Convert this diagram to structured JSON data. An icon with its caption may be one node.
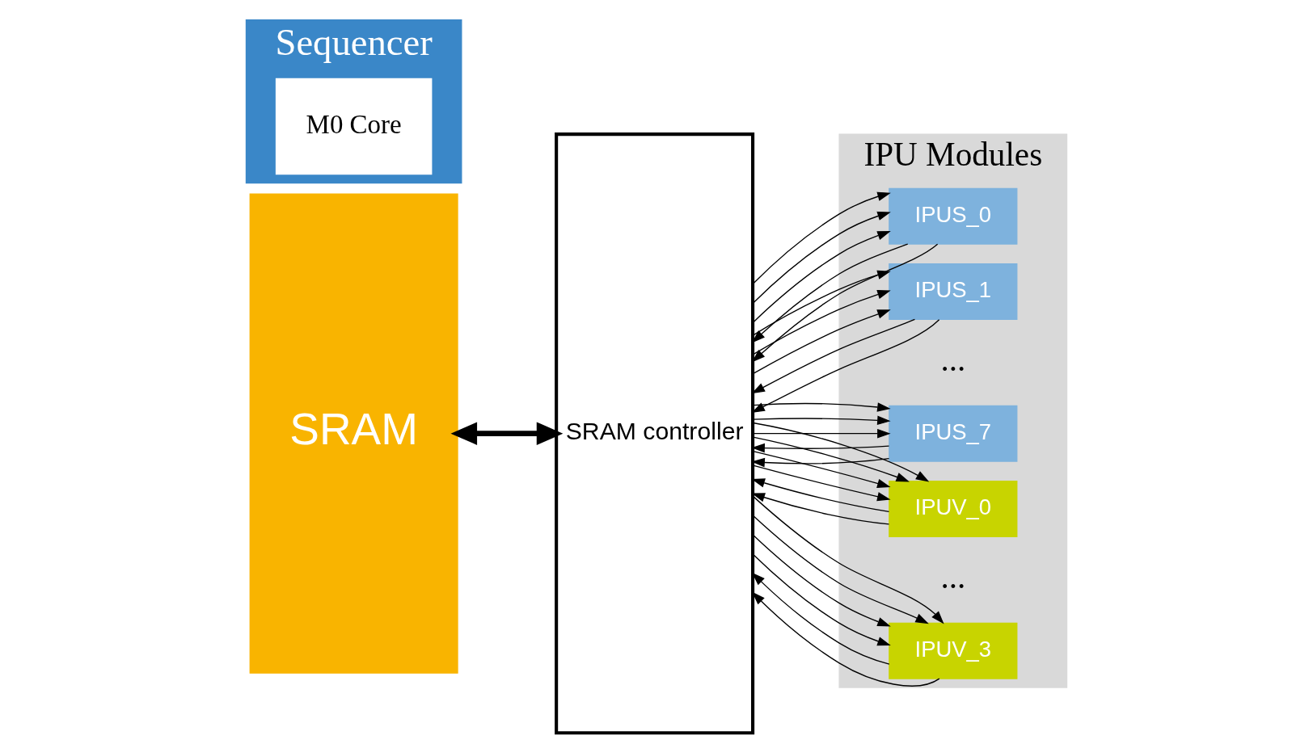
{
  "diagram": {
    "nodes": [
      {
        "text": [
          "SRAM"
        ]
      },
      {
        "text": [
          "SRAM controller"
        ]
      },
      {
        "text": [
          "IPU Modules"
        ]
      },
      {
        "text": [
          "IPUS_0"
        ],
        "in": 2
      },
      {
        "text": [
          "IPUS_1"
        ],
        "in": 2
      },
      {
        "text": [
          "IPUS_7"
        ],
        "in": 2
      },
      {
        "text": [
          "IPUV_0"
        ],
        "in": 2
      },
      {
        "text": [
          "IPUV_3"
        ],
        "in": 2
      },
      {
        "text": [
          "Sequencer"
        ]
      },
      {
        "text": [
          "M0 Core"
        ],
        "in": 8
      }
    ],
    "edges": [
      {
        "from": 0,
        "to": 1,
        "arrow": "both",
        "style": "thick"
      },
      {
        "from": 3,
        "to": 1,
        "arrow": "to"
      },
      {
        "from": 3,
        "to": 1,
        "arrow": "to"
      },
      {
        "from": 1,
        "to": 3,
        "arrow": "to"
      },
      {
        "from": 1,
        "to": 3,
        "arrow": "to"
      },
      {
        "from": 1,
        "to": 3,
        "arrow": "to"
      },
      {
        "from": 4,
        "to": 1,
        "arrow": "to"
      },
      {
        "from": 4,
        "to": 1,
        "arrow": "to"
      },
      {
        "from": 1,
        "to": 4,
        "arrow": "to"
      },
      {
        "from": 1,
        "to": 4,
        "arrow": "to"
      },
      {
        "from": 1,
        "to": 4,
        "arrow": "to"
      },
      {
        "from": 5,
        "to": 1,
        "arrow": "to"
      },
      {
        "from": 5,
        "to": 1,
        "arrow": "to"
      },
      {
        "from": 1,
        "to": 5,
        "arrow": "to"
      },
      {
        "from": 1,
        "to": 5,
        "arrow": "to"
      },
      {
        "from": 1,
        "to": 5,
        "arrow": "to"
      },
      {
        "from": 6,
        "to": 1,
        "arrow": "to"
      },
      {
        "from": 6,
        "to": 1,
        "arrow": "to"
      },
      {
        "from": 1,
        "to": 6,
        "arrow": "to"
      },
      {
        "from": 1,
        "to": 6,
        "arrow": "to"
      },
      {
        "from": 1,
        "to": 6,
        "arrow": "to"
      },
      {
        "from": 1,
        "to": 6,
        "arrow": "to"
      },
      {
        "from": 7,
        "to": 1,
        "arrow": "to"
      },
      {
        "from": 7,
        "to": 1,
        "arrow": "to"
      },
      {
        "from": 1,
        "to": 7,
        "arrow": "to"
      },
      {
        "from": 1,
        "to": 7,
        "arrow": "to"
      },
      {
        "from": 1,
        "to": 7,
        "arrow": "to"
      },
      {
        "from": 1,
        "to": 7,
        "arrow": "to"
      }
    ],
    "labels": [
      "...",
      "..."
    ]
  }
}
